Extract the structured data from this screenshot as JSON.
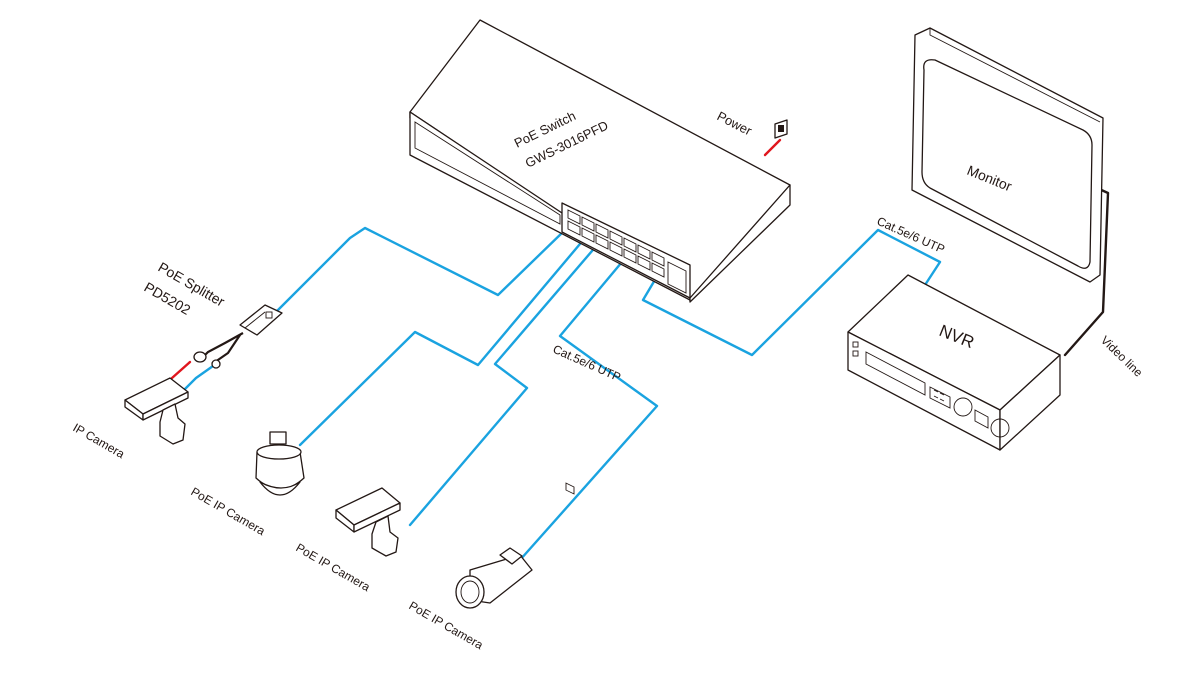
{
  "colors": {
    "cable": "#1aa3e0",
    "power_wire": "#e0161e",
    "video_line": "#231815",
    "outline": "#231815"
  },
  "switch": {
    "line1": "PoE Switch",
    "line2": "GWS-3016PFD"
  },
  "power": {
    "label": "Power"
  },
  "splitter": {
    "line1": "PoE Splitter",
    "line2": "PD5202"
  },
  "cameras": {
    "ip_camera": "IP Camera",
    "poe_dome": "PoE IP Camera",
    "poe_box": "PoE IP Camera",
    "poe_bullet": "PoE IP Camera"
  },
  "cables": {
    "label_nvr": "Cat.5e/6 UTP",
    "label_camera": "Cat.5e/6 UTP"
  },
  "monitor": {
    "label": "Monitor"
  },
  "nvr": {
    "label": "NVR"
  },
  "video_line": {
    "label": "Video line"
  },
  "icons": {
    "switch": "poe-switch-icon",
    "monitor": "monitor-icon",
    "nvr": "nvr-icon",
    "power_plug": "power-plug-icon",
    "splitter": "poe-splitter-icon"
  }
}
